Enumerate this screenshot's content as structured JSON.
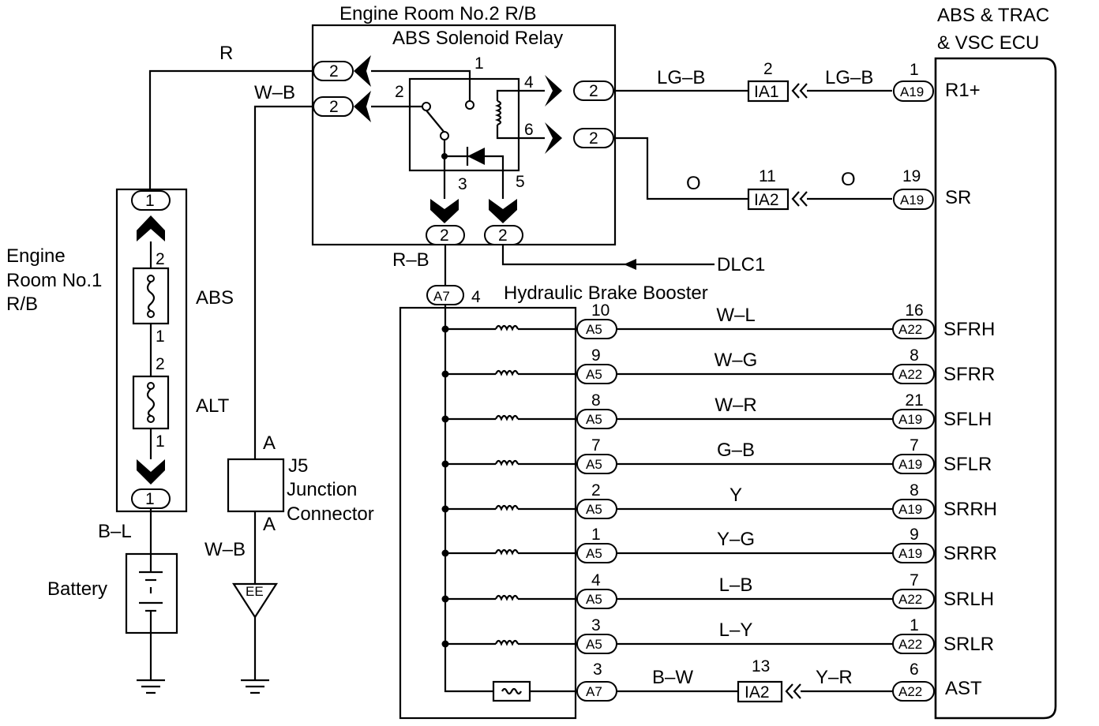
{
  "components": {
    "engine_room_no2": "Engine Room No.2 R/B",
    "abs_solenoid_relay": "ABS Solenoid Relay",
    "ecu_line1": "ABS & TRAC",
    "ecu_line2": "& VSC ECU",
    "engine_room_no1_line1": "Engine",
    "engine_room_no1_line2": "Room No.1",
    "engine_room_no1_line3": "R/B",
    "abs_fuse": "ABS",
    "alt_fuse": "ALT",
    "battery": "Battery",
    "j5_line1": "J5",
    "j5_line2": "Junction",
    "j5_line3": "Connector",
    "ground_ee": "EE",
    "hydraulic_brake_booster": "Hydraulic Brake Booster",
    "dlc1": "DLC1"
  },
  "wires": {
    "r": "R",
    "w_b_top": "W–B",
    "w_b_bottom": "W–B",
    "lg_b_left": "LG–B",
    "lg_b_right": "LG–B",
    "o_left": "O",
    "o_right": "O",
    "r_b": "R–B",
    "b_l": "B–L",
    "b_w": "B–W",
    "y_r": "Y–R"
  },
  "pins": {
    "relay_1": "1",
    "relay_2": "2",
    "relay_3": "3",
    "relay_4": "4",
    "relay_5": "5",
    "relay_6": "6",
    "r2": "2",
    "fuse_abs_top": "2",
    "fuse_abs_bottom": "1",
    "fuse_alt_top": "2",
    "fuse_alt_bottom": "1",
    "rb1_top": "1",
    "rb1_bottom": "1",
    "j5_top": "A",
    "j5_bottom": "A",
    "a7_top": "A7",
    "a7_top_pin": "4",
    "ia1": "IA1",
    "ia1_pin": "2",
    "ia2_sr": "IA2",
    "ia2_sr_pin": "11",
    "ia2_ast": "IA2",
    "ia2_ast_pin": "13",
    "ecu_r1": "1",
    "ecu_r1_conn": "A19",
    "ecu_sr": "19",
    "ecu_sr_conn": "A19",
    "booster_ast_pin": "3",
    "booster_ast_conn": "A7",
    "ecu_ast_pin": "6",
    "ecu_ast_conn": "A22"
  },
  "ecu_terminals": {
    "r1": "R1+",
    "sr": "SR",
    "ast": "AST"
  },
  "solenoid_circuits": [
    {
      "booster_pin": "10",
      "booster_conn": "A5",
      "wire": "W–L",
      "ecu_pin": "16",
      "ecu_conn": "A22",
      "terminal": "SFRH"
    },
    {
      "booster_pin": "9",
      "booster_conn": "A5",
      "wire": "W–G",
      "ecu_pin": "8",
      "ecu_conn": "A22",
      "terminal": "SFRR"
    },
    {
      "booster_pin": "8",
      "booster_conn": "A5",
      "wire": "W–R",
      "ecu_pin": "21",
      "ecu_conn": "A19",
      "terminal": "SFLH"
    },
    {
      "booster_pin": "7",
      "booster_conn": "A5",
      "wire": "G–B",
      "ecu_pin": "7",
      "ecu_conn": "A19",
      "terminal": "SFLR"
    },
    {
      "booster_pin": "2",
      "booster_conn": "A5",
      "wire": "Y",
      "ecu_pin": "8",
      "ecu_conn": "A19",
      "terminal": "SRRH"
    },
    {
      "booster_pin": "1",
      "booster_conn": "A5",
      "wire": "Y–G",
      "ecu_pin": "9",
      "ecu_conn": "A19",
      "terminal": "SRRR"
    },
    {
      "booster_pin": "4",
      "booster_conn": "A5",
      "wire": "L–B",
      "ecu_pin": "7",
      "ecu_conn": "A22",
      "terminal": "SRLH"
    },
    {
      "booster_pin": "3",
      "booster_conn": "A5",
      "wire": "L–Y",
      "ecu_pin": "1",
      "ecu_conn": "A22",
      "terminal": "SRLR"
    }
  ]
}
